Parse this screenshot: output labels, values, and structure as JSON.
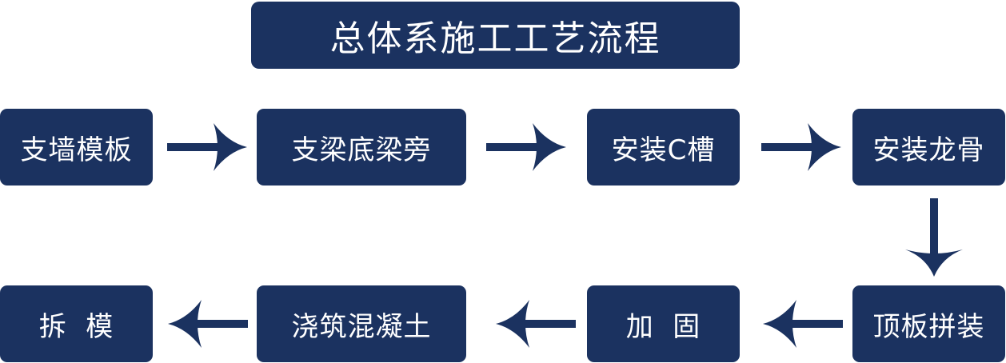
{
  "title": "总体系施工工艺流程",
  "colors": {
    "box_fill": "#1b3260",
    "text": "#ffffff",
    "background": "#ffffff"
  },
  "steps": [
    "支墙模板",
    "支梁底梁旁",
    "安装C槽",
    "安装龙骨",
    "顶板拼装",
    "加  固",
    "浇筑混凝土",
    "拆  模"
  ]
}
